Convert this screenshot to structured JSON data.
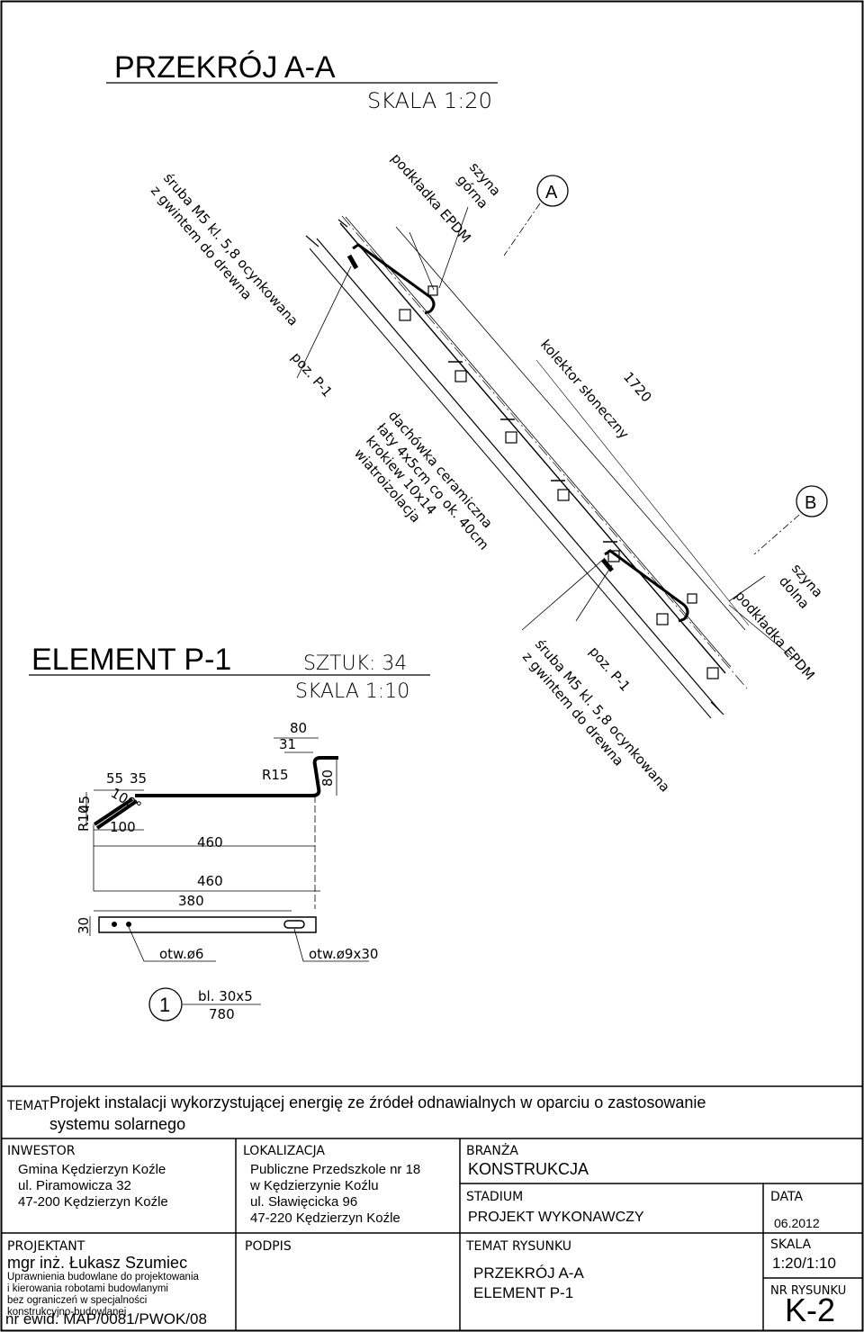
{
  "section": {
    "title": "PRZEKRÓJ A-A",
    "scale": "SKALA 1:20",
    "labels": {
      "screw_top_1": "śruba M5 kl. 5,8 ocynkowana",
      "screw_top_2": "z gwintem do drewna",
      "pad_top": "podkładka EPDM",
      "rail_top_1": "szyna",
      "rail_top_2": "górna",
      "detail_a": "A",
      "detail_b": "B",
      "poz_top": "poz. P-1",
      "collector": "kolektor słoneczny",
      "dim_1720": "1720",
      "layer_1": "dachówka ceramiczna",
      "layer_2": "łaty 4x5cm co ok. 40cm",
      "layer_3": "krokiew 10x14",
      "layer_4": "wiatroizolacja",
      "rail_bottom_1": "szyna",
      "rail_bottom_2": "dolna",
      "pad_bottom": "podkładka EPDM",
      "poz_bottom": "poz. P-1",
      "screw_bottom_1": "śruba M5 kl. 5,8 ocynkowana",
      "screw_bottom_2": "z gwintem do drewna"
    }
  },
  "element": {
    "title": "ELEMENT P-1",
    "count": "SZTUK: 34",
    "scale": "SKALA 1:10",
    "dims": {
      "d80_top": "80",
      "d31": "31",
      "r15": "R15",
      "d80_side": "80",
      "d55": "55",
      "d35": "35",
      "a100deg": "100°",
      "d45": "45",
      "r10": "R10",
      "d100": "100",
      "d460_a": "460",
      "d460_b": "460",
      "d380": "380",
      "d30": "30",
      "hole_6": "otw.ø6",
      "hole_9x30": "otw.ø9x30"
    },
    "position_number": "1",
    "bar_spec": "bl. 30x5",
    "bar_length": "780"
  },
  "title_block": {
    "temat_label": "TEMAT",
    "temat_line1": "Projekt instalacji wykorzystującej energię ze źródeł odnawialnych w oparciu o zastosowanie",
    "temat_line2": "systemu solarnego",
    "inwestor_label": "INWESTOR",
    "inwestor_lines": [
      "Gmina Kędzierzyn Koźle",
      "ul. Piramowicza 32",
      "47-200 Kędzierzyn Koźle"
    ],
    "lokalizacja_label": "LOKALIZACJA",
    "lokalizacja_lines": [
      "Publiczne Przedszkole nr 18",
      "w Kędzierzynie Koźlu",
      "ul. Sławięcicka 96",
      "47-220 Kędzierzyn Koźle"
    ],
    "branza_label": "BRANŻA",
    "branza": "KONSTRUKCJA",
    "stadium_label": "STADIUM",
    "stadium": "PROJEKT WYKONAWCZY",
    "data_label": "DATA",
    "data": "06.2012",
    "projektant_label": "PROJEKTANT",
    "projektant": "mgr inż. Łukasz Szumiec",
    "uprawnienia_lines": [
      "Uprawnienia budowlane do projektowania",
      "i kierowania robotami budowlanymi",
      "bez ograniczeń w specjalności",
      "konstrukcyjno-budowlanej"
    ],
    "nr_ewid": "nr ewid. MAP/0081/PWOK/08",
    "podpis_label": "PODPIS",
    "temat_rysunku_label": "TEMAT RYSUNKU",
    "temat_rysunku_lines": [
      "PRZEKRÓJ A-A",
      "ELEMENT P-1"
    ],
    "skala_label": "SKALA",
    "skala": "1:20/1:10",
    "nr_rysunku_label": "NR RYSUNKU",
    "nr_rysunku": "K-2"
  }
}
